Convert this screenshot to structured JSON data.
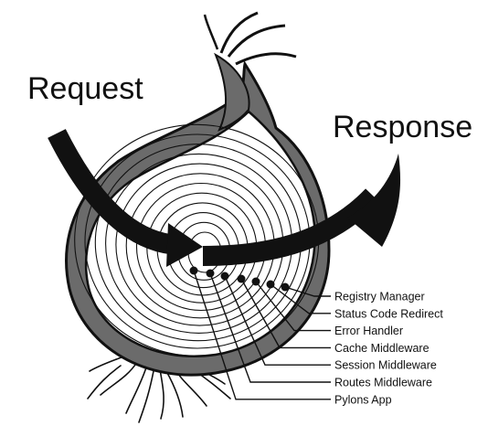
{
  "diagram": {
    "request_label": "Request",
    "response_label": "Response",
    "layers": [
      "Registry Manager",
      "Status Code Redirect",
      "Error Handler",
      "Cache Middleware",
      "Session Middleware",
      "Routes Middleware",
      "Pylons App"
    ],
    "colors": {
      "ink": "#111111",
      "onion_skin": "#6b6b6b",
      "onion_flesh": "#ffffff",
      "background": "#ffffff"
    }
  }
}
